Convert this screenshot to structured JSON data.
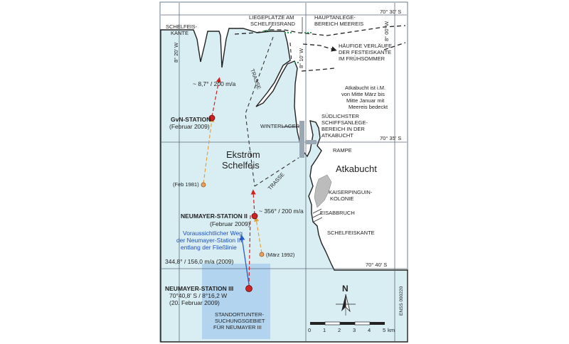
{
  "colors": {
    "ice_shelf": "#d9eef3",
    "sea": "#ffffff",
    "investigation_area": "#aed0ee",
    "station_marker": "#cc2222",
    "old_position": "#e8a060",
    "flow_arrow": "#cc2222",
    "flow_arrow_orange": "#e0a040",
    "blue_path": "#2a5cc4",
    "grid": "#5a6a7a",
    "coast": "#222222"
  },
  "grid_labels": {
    "lat_30": "70° 30' S",
    "lat_35": "70° 35' S",
    "lat_40": "70° 40' S",
    "lon_00": "8° 00' W",
    "lon_10": "8° 10' W",
    "lon_20": "8° 20' W"
  },
  "labels": {
    "schelfeiskante_nw": [
      "SCHELFEIS-",
      "KANTE"
    ],
    "liegeplaetze": [
      "LIEGEPLÄTZE AM",
      "SCHELFEISRAND"
    ],
    "hauptanlege": [
      "HAUPTANLEGE-",
      "BEREICH MEEREIS"
    ],
    "haeufige": [
      "HÄUFIGE VERLÄUFE",
      "DER FESTEISKANTE",
      "IM FRÜHSOMMER"
    ],
    "atkabucht_note": [
      "Atkabucht ist i.M.",
      "von Mitte März bis",
      "Mitte Januar mit",
      "Meereis bedeckt"
    ],
    "suedlichster": [
      "SÜDLICHSTER",
      "SCHIFFSANLEGE-",
      "BEREICH IN DER",
      "ATKABUCHT"
    ],
    "trasse_upper": "TRASSE",
    "trasse_lower": "TRASSE",
    "winterlager": "WINTERLAGER",
    "rampe": "RAMPE",
    "ekstroem": [
      "Ekström",
      "Schelfeis"
    ],
    "atkabucht": "Atkabucht",
    "kaiserpinguin": [
      "KAISERPINGUIN-",
      "KOLONIE"
    ],
    "eisabbruch": "EISABBRUCH",
    "schelfeiskante_se": "SCHELFEISKANTE",
    "standort": [
      "STANDORTUNTER-",
      "SUCHUNGSGEBIET",
      "FÜR NEUMAYER III"
    ],
    "enss": "ENSS 090220"
  },
  "stations": {
    "gvn": {
      "name": "GvN-STATION",
      "date": "(Februar 2009)",
      "old_date": "(Feb 1981)",
      "velocity": "~ 8,7° / 200 m/a"
    },
    "nm2": {
      "name": "NEUMAYER-STATION II",
      "date": "(Februar 2009)",
      "old_date": "(März 1992)",
      "velocity": "~ 356° / 200 m/a"
    },
    "nm3": {
      "name": "NEUMAYER-STATION III",
      "coords": "70°40,8' S / 8°16,2 W",
      "date": "(20. Februar 2009)",
      "velocity": "344,8° / 156,0 m/a (2009)",
      "path_note": [
        "Voraussichtlicher Weg",
        "der Neumayer-Station III",
        "entlang der Fließlinie"
      ]
    }
  },
  "north_arrow": "N",
  "scale": {
    "ticks": [
      "0",
      "1",
      "2",
      "3",
      "4",
      "5"
    ],
    "unit": "km"
  }
}
